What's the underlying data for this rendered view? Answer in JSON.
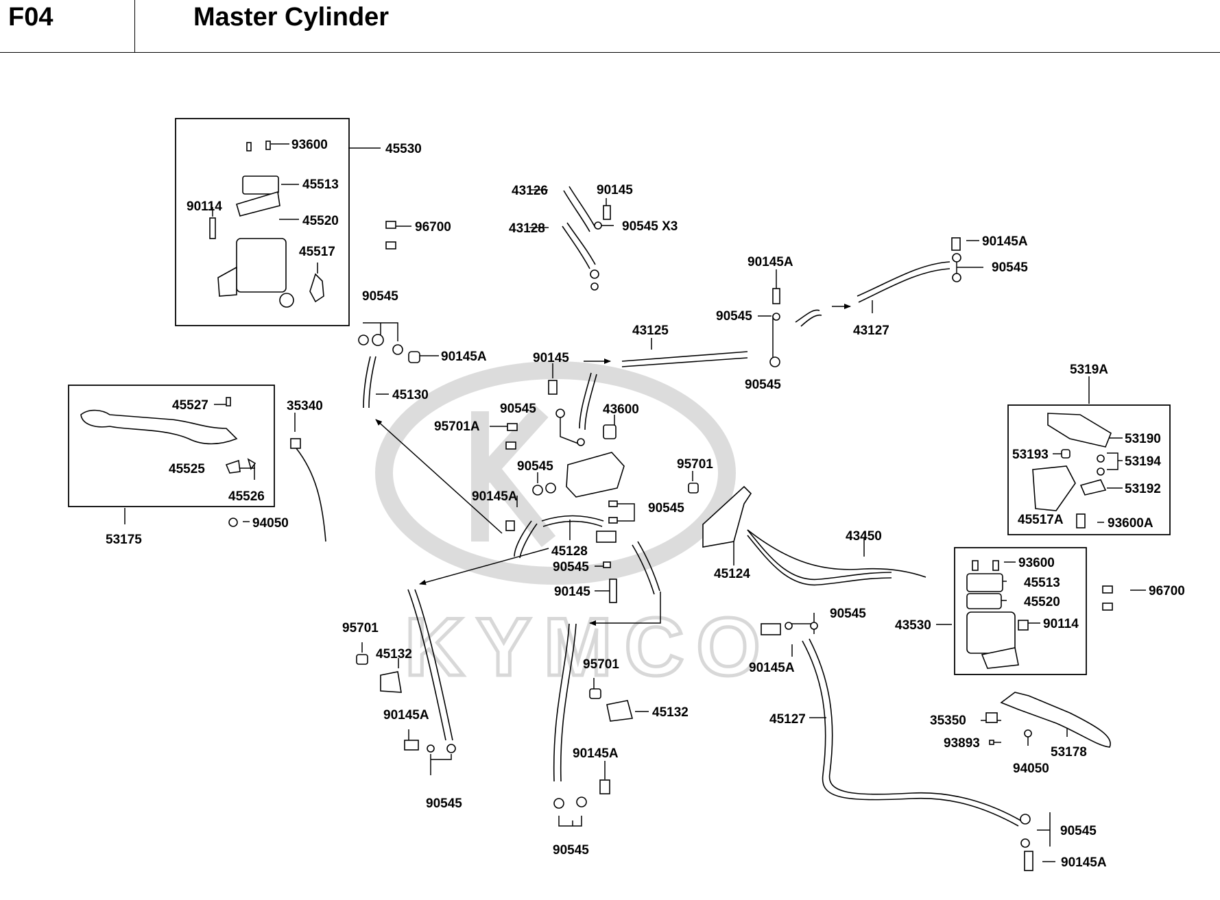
{
  "header": {
    "code": "F04",
    "title": "Master Cylinder"
  },
  "watermark": {
    "brand": "KYMCO"
  },
  "labels": {
    "l93600_tl": "93600",
    "l45530_tl": "45530",
    "l45513_tl": "45513",
    "l90114_tl": "90114",
    "l45520_tl": "45520",
    "l45517": "45517",
    "l96700_tl": "96700",
    "l43126": "43126",
    "l90145_top": "90145",
    "l43128": "43128",
    "l90545x3": "90545 X3",
    "l90145A_mid": "90145A",
    "l90545_mid1": "90545",
    "l43125": "43125",
    "l90545_mid2": "90545",
    "l90145A_tr": "90145A",
    "l90545_tr": "90545",
    "l43127": "43127",
    "l90545_left": "90545",
    "l90145A_left": "90145A",
    "l45130": "45130",
    "l45527": "45527",
    "l35340": "35340",
    "l45525": "45525",
    "l45526": "45526",
    "l53175": "53175",
    "l94050_left": "94050",
    "l90145_c": "90145",
    "l90545_c1": "90545",
    "l95701A": "95701A",
    "l43600": "43600",
    "l90545_c2": "90545",
    "l95701_c": "95701",
    "l90145A_c": "90145A",
    "l90545_c3": "90545",
    "l45128": "45128",
    "l90545_c4": "90545",
    "l90145_c2": "90145",
    "l5319A": "5319A",
    "l53190": "53190",
    "l53193": "53193",
    "l53194": "53194",
    "l53192": "53192",
    "l45517A": "45517A",
    "l93600A": "93600A",
    "l45124": "45124",
    "l43450": "43450",
    "l93600_br": "93600",
    "l45513_br": "45513",
    "l45520_br": "45520",
    "l43530": "43530",
    "l90114_br": "90114",
    "l96700_br": "96700",
    "l90545_r1": "90545",
    "l90145A_r1": "90145A",
    "l45127": "45127",
    "l35350": "35350",
    "l93893": "93893",
    "l94050_r": "94050",
    "l53178": "53178",
    "l90545_r2": "90545",
    "l90145A_r2": "90145A",
    "l95701_l": "95701",
    "l45132_l": "45132",
    "l90145A_l": "90145A",
    "l90545_l": "90545",
    "l95701_b": "95701",
    "l45132_b": "45132",
    "l90145A_b": "90145A",
    "l90545_b": "90545"
  }
}
